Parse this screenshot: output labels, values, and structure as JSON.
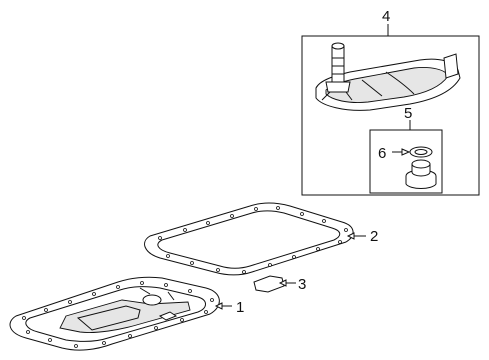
{
  "diagram": {
    "callouts": [
      {
        "id": "1",
        "label": "1"
      },
      {
        "id": "2",
        "label": "2"
      },
      {
        "id": "3",
        "label": "3"
      },
      {
        "id": "4",
        "label": "4"
      },
      {
        "id": "5",
        "label": "5"
      },
      {
        "id": "6",
        "label": "6"
      }
    ],
    "colors": {
      "line": "#111111",
      "background": "#ffffff",
      "shade": "#e6e6e6"
    }
  }
}
